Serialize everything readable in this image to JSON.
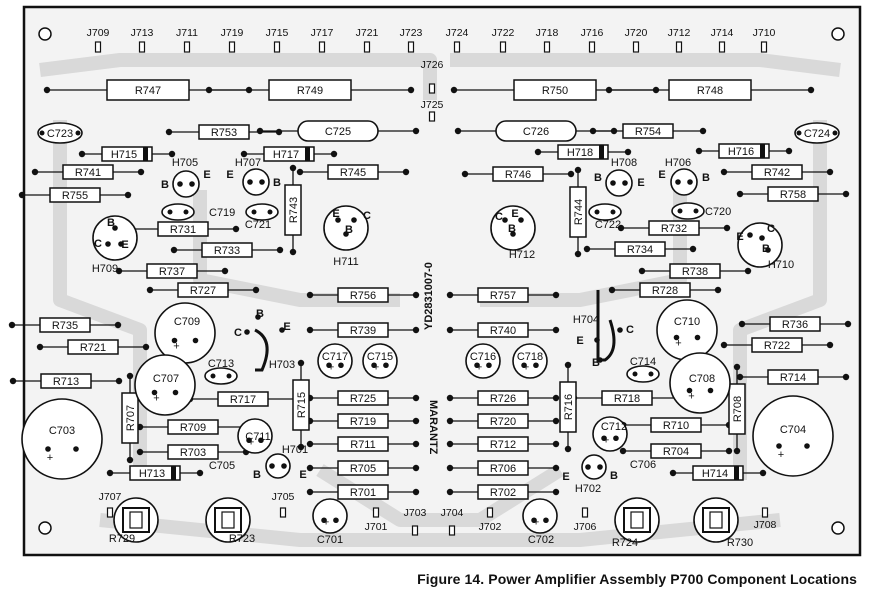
{
  "caption": "Figure 14. Power Amplifier Assembly P700 Component Locations",
  "board_marking": "MARANTZ",
  "board_code": "YD2831007-0",
  "headers": [
    "J709",
    "J713",
    "J711",
    "J719",
    "J715",
    "J717",
    "J721",
    "J723",
    "J724",
    "J722",
    "J718",
    "J716",
    "J720",
    "J712",
    "J714",
    "J710",
    "J726",
    "J725",
    "J707",
    "J705",
    "J701",
    "J703",
    "J704",
    "J702",
    "J706",
    "J708"
  ],
  "resistors": [
    "R747",
    "R749",
    "R750",
    "R748",
    "R753",
    "R754",
    "R741",
    "R742",
    "R755",
    "R758",
    "R745",
    "R746",
    "R743",
    "R744",
    "R731",
    "R732",
    "R733",
    "R734",
    "R737",
    "R738",
    "R727",
    "R728",
    "R756",
    "R757",
    "R735",
    "R736",
    "R739",
    "R740",
    "R721",
    "R722",
    "R713",
    "R714",
    "R725",
    "R726",
    "R717",
    "R718",
    "R715",
    "R716",
    "R707",
    "R708",
    "R719",
    "R720",
    "R709",
    "R710",
    "R711",
    "R712",
    "R703",
    "R704",
    "R705",
    "R706",
    "R701",
    "R702",
    "R729",
    "R723",
    "R724",
    "R730"
  ],
  "capacitors": [
    "C723",
    "C724",
    "C725",
    "C726",
    "C719",
    "C720",
    "C721",
    "C722",
    "C709",
    "C710",
    "C717",
    "C718",
    "C715",
    "C716",
    "C713",
    "C714",
    "C707",
    "C708",
    "C711",
    "C712",
    "C705",
    "C706",
    "C703",
    "C704",
    "C701",
    "C702"
  ],
  "transistors": [
    "H705",
    "H706",
    "H707",
    "H708",
    "H709",
    "H710",
    "H711",
    "H712",
    "H703",
    "H704",
    "H701",
    "H702"
  ],
  "diodes": [
    "H715",
    "H716",
    "H717",
    "H718",
    "H713",
    "H714"
  ],
  "pins": {
    "b": "B",
    "c": "C",
    "e": "E"
  }
}
